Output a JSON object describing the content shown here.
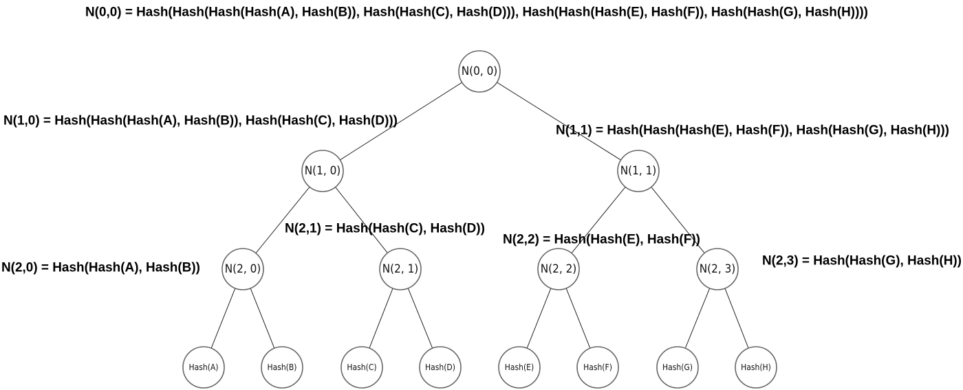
{
  "nodes": [
    {
      "id": "n00",
      "label": "N(0, 0)"
    },
    {
      "id": "n10",
      "label": "N(1, 0)"
    },
    {
      "id": "n11",
      "label": "N(1, 1)"
    },
    {
      "id": "n20",
      "label": "N(2, 0)"
    },
    {
      "id": "n21",
      "label": "N(2, 1)"
    },
    {
      "id": "n22",
      "label": "N(2, 2)"
    },
    {
      "id": "n23",
      "label": "N(2, 3)"
    },
    {
      "id": "hA",
      "label": "Hash(A)"
    },
    {
      "id": "hB",
      "label": "Hash(B)"
    },
    {
      "id": "hC",
      "label": "Hash(C)"
    },
    {
      "id": "hD",
      "label": "Hash(D)"
    },
    {
      "id": "hE",
      "label": "Hash(E)"
    },
    {
      "id": "hF",
      "label": "Hash(F)"
    },
    {
      "id": "hG",
      "label": "Hash(G)"
    },
    {
      "id": "hH",
      "label": "Hash(H)"
    }
  ],
  "edges": [
    [
      "n00",
      "n10"
    ],
    [
      "n00",
      "n11"
    ],
    [
      "n10",
      "n20"
    ],
    [
      "n10",
      "n21"
    ],
    [
      "n11",
      "n22"
    ],
    [
      "n11",
      "n23"
    ],
    [
      "n20",
      "hA"
    ],
    [
      "n20",
      "hB"
    ],
    [
      "n21",
      "hC"
    ],
    [
      "n21",
      "hD"
    ],
    [
      "n22",
      "hE"
    ],
    [
      "n22",
      "hF"
    ],
    [
      "n23",
      "hG"
    ],
    [
      "n23",
      "hH"
    ]
  ],
  "formulas": [
    {
      "id": "f00",
      "text": "N(0,0) = Hash(Hash(Hash(Hash(A), Hash(B)), Hash(Hash(C), Hash(D))), Hash(Hash(Hash(E), Hash(F)), Hash(Hash(G), Hash(H))))"
    },
    {
      "id": "f10",
      "text": "N(1,0) = Hash(Hash(Hash(A), Hash(B)), Hash(Hash(C), Hash(D)))"
    },
    {
      "id": "f11",
      "text": "N(1,1) = Hash(Hash(Hash(E), Hash(F)), Hash(Hash(G), Hash(H)))"
    },
    {
      "id": "f21",
      "text": "N(2,1) = Hash(Hash(C), Hash(D))"
    },
    {
      "id": "f22",
      "text": "N(2,2) = Hash(Hash(E), Hash(F))"
    },
    {
      "id": "f20",
      "text": "N(2,0) = Hash(Hash(A), Hash(B))"
    },
    {
      "id": "f23",
      "text": "N(2,3) = Hash(Hash(G), Hash(H))"
    }
  ]
}
